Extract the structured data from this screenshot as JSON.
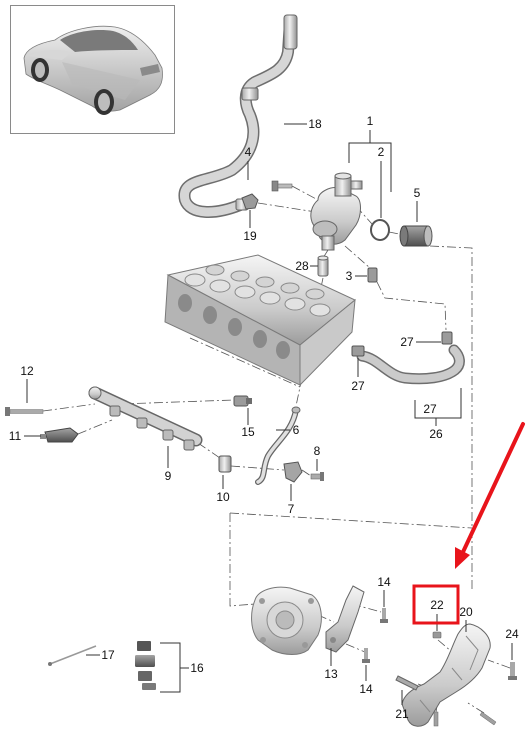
{
  "callouts": [
    "1",
    "2",
    "3",
    "4",
    "5",
    "6",
    "7",
    "8",
    "9",
    "10",
    "11",
    "12",
    "13",
    "14",
    "14",
    "15",
    "16",
    "17",
    "18",
    "19",
    "20",
    "21",
    "22",
    "24",
    "26",
    "27",
    "27",
    "27",
    "28"
  ],
  "colors": {
    "annotation_red": "#e8141b",
    "line": "#333333",
    "part_gray": "#c8c8c8"
  }
}
